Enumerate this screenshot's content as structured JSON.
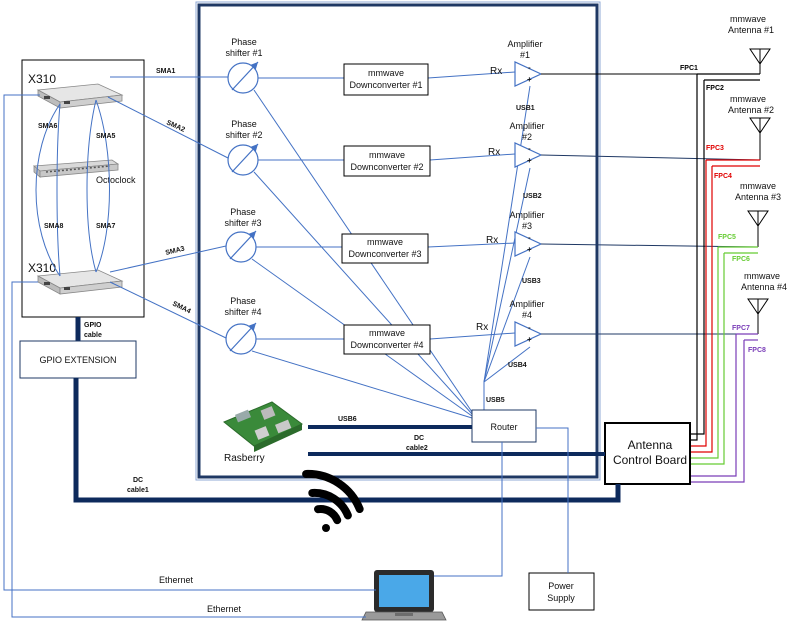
{
  "usrp": {
    "top_label": "X310",
    "bottom_label": "X310",
    "octoclock_label": "Octoclock"
  },
  "gpio": {
    "cable_line1": "GPIO",
    "cable_line2": "cable",
    "extension_label": "GPIO EXTENSION"
  },
  "sma_labels": [
    "SMA1",
    "SMA2",
    "SMA3",
    "SMA4",
    "SMA5",
    "SMA6",
    "SMA7",
    "SMA8"
  ],
  "phase_shifters": [
    {
      "line1": "Phase",
      "line2": "shifter #1"
    },
    {
      "line1": "Phase",
      "line2": "shifter #2"
    },
    {
      "line1": "Phase",
      "line2": "shifter #3"
    },
    {
      "line1": "Phase",
      "line2": "shifter #4"
    }
  ],
  "downconverters": [
    {
      "line1": "mmwave",
      "line2": "Downconverter #1"
    },
    {
      "line1": "mmwave",
      "line2": "Downconverter #2"
    },
    {
      "line1": "mmwave",
      "line2": "Downconverter #3"
    },
    {
      "line1": "mmwave",
      "line2": "Downconverter #4"
    }
  ],
  "amplifiers": [
    {
      "line1": "Amplifier",
      "line2": "#1",
      "rx": "Rx",
      "usb": "USB1"
    },
    {
      "line1": "Amplifier",
      "line2": "#2",
      "rx": "Rx",
      "usb": "USB2"
    },
    {
      "line1": "Amplifier",
      "line2": "#3",
      "rx": "Rx",
      "usb": "USB3"
    },
    {
      "line1": "Amplifier",
      "line2": "#4",
      "rx": "Rx",
      "usb": "USB4"
    }
  ],
  "amp_signs": {
    "minus": "-",
    "plus": "+"
  },
  "antennas": [
    {
      "line1": "mmwave",
      "line2": "Antenna #1"
    },
    {
      "line1": "mmwave",
      "line2": "Antenna #2"
    },
    {
      "line1": "mmwave",
      "line2": "Antenna #3"
    },
    {
      "line1": "mmwave",
      "line2": "Antenna #4"
    }
  ],
  "fpc_labels": [
    {
      "text": "FPC1",
      "color": "#000000"
    },
    {
      "text": "FPC2",
      "color": "#000000"
    },
    {
      "text": "FPC3",
      "color": "#e00000"
    },
    {
      "text": "FPC4",
      "color": "#e00000"
    },
    {
      "text": "FPC5",
      "color": "#66cc33"
    },
    {
      "text": "FPC6",
      "color": "#66cc33"
    },
    {
      "text": "FPC7",
      "color": "#7a3db8"
    },
    {
      "text": "FPC8",
      "color": "#7a3db8"
    }
  ],
  "usb5": "USB5",
  "usb6": "USB6",
  "router": "Router",
  "rasberry": "Rasberry",
  "dc_cable2": {
    "line1": "DC",
    "line2": "cable2"
  },
  "dc_cable1": {
    "line1": "DC",
    "line2": "cable1"
  },
  "antenna_control_board": {
    "line1": "Antenna",
    "line2": "Control Board"
  },
  "power_supply": {
    "line1": "Power",
    "line2": "Supply"
  },
  "ethernet_labels": [
    "Ethernet",
    "Ethernet"
  ],
  "colors": {
    "wire": "#4472c4",
    "frame": "#1f3864",
    "thick_cable": "#0d2a5c",
    "black": "#000000"
  }
}
